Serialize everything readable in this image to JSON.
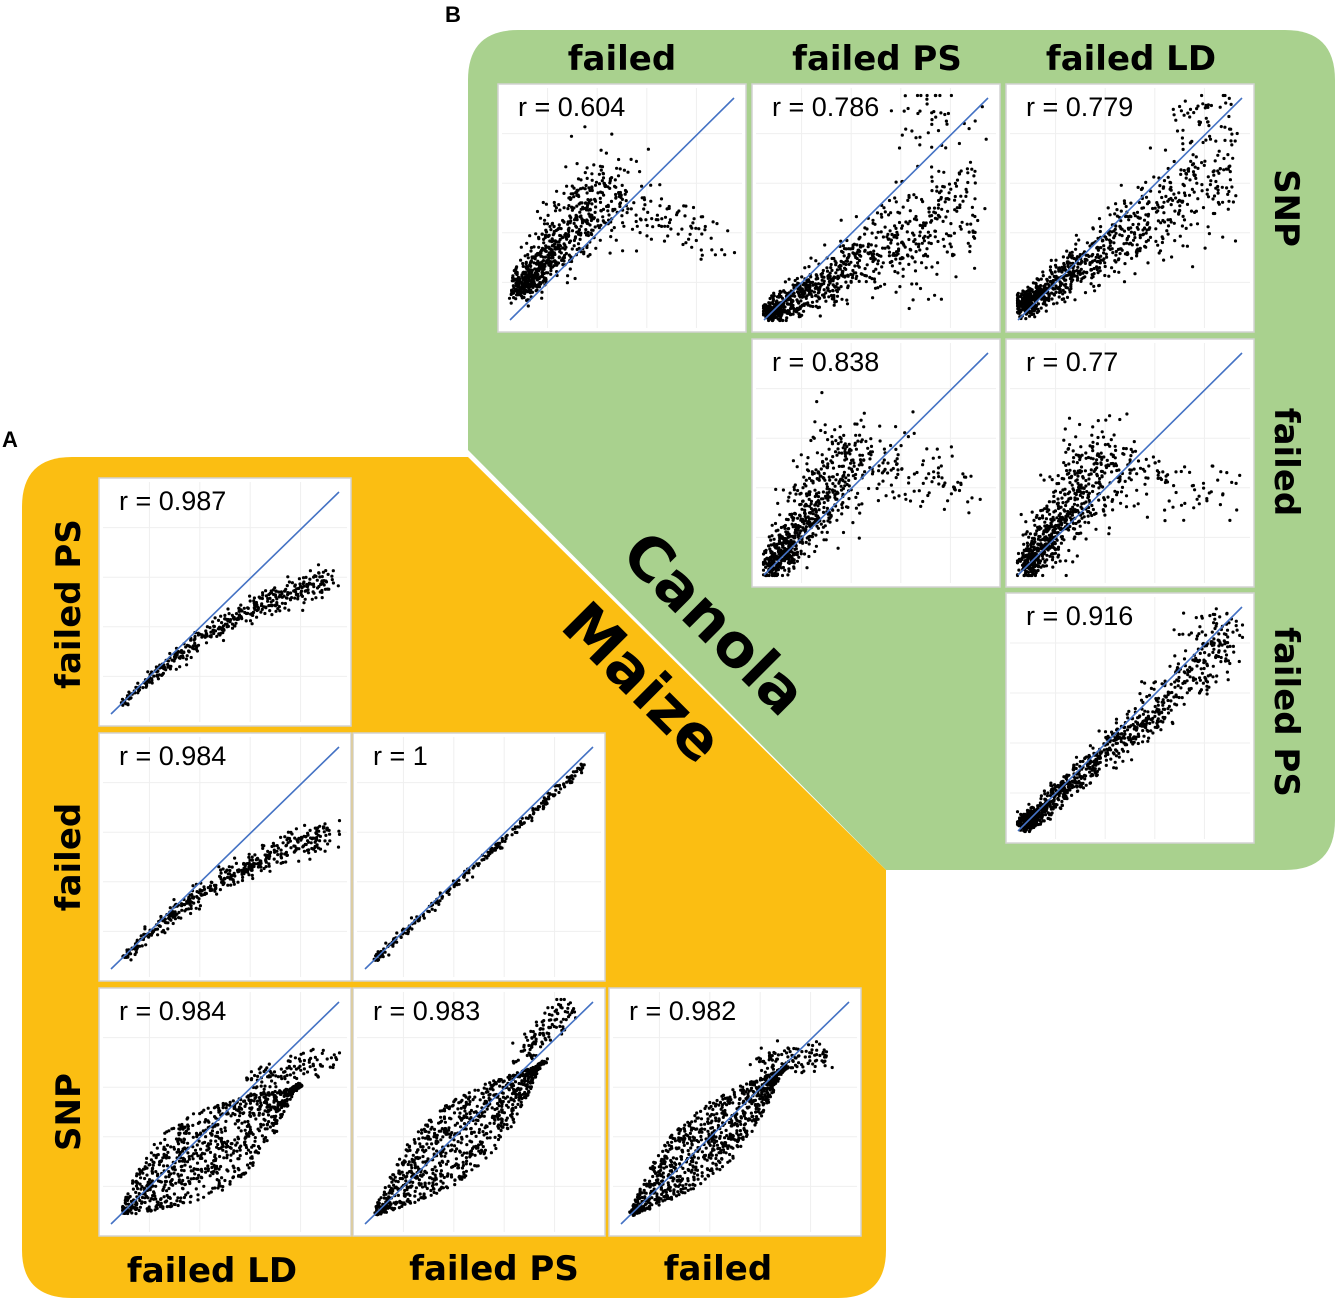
{
  "colors": {
    "maize_bg": "#fbbe12",
    "canola_bg": "#a9d18e",
    "points": "#000000",
    "fit_line": "#4472c4"
  },
  "canola": {
    "panel_letter": "B",
    "species_label": "Canola",
    "column_headers": [
      "failed",
      "failed PS",
      "failed LD"
    ],
    "row_headers": [
      "SNP",
      "failed",
      "failed PS"
    ]
  },
  "maize": {
    "panel_letter": "A",
    "species_label": "Maize",
    "row_headers": [
      "failed PS",
      "failed",
      "SNP"
    ],
    "column_headers": [
      "failed LD",
      "failed PS",
      "failed"
    ]
  },
  "chart_data": [
    {
      "type": "scatter",
      "panel": "B",
      "row_headers": [
        "SNP",
        "failed",
        "failed PS"
      ],
      "column_headers": [
        "failed",
        "failed PS",
        "failed LD"
      ],
      "cells": [
        {
          "row": "SNP",
          "col": "failed",
          "r_label": "r = 0.604",
          "r": 0.604
        },
        {
          "row": "SNP",
          "col": "failed PS",
          "r_label": "r = 0.786",
          "r": 0.786
        },
        {
          "row": "SNP",
          "col": "failed LD",
          "r_label": "r = 0.779",
          "r": 0.779
        },
        {
          "row": "failed",
          "col": "failed PS",
          "r_label": "r = 0.838",
          "r": 0.838
        },
        {
          "row": "failed",
          "col": "failed LD",
          "r_label": "r = 0.77",
          "r": 0.77
        },
        {
          "row": "failed PS",
          "col": "failed LD",
          "r_label": "r = 0.916",
          "r": 0.916
        }
      ]
    },
    {
      "type": "scatter",
      "panel": "A",
      "row_headers": [
        "failed PS",
        "failed",
        "SNP"
      ],
      "column_headers": [
        "failed LD",
        "failed PS",
        "failed"
      ],
      "cells": [
        {
          "row": "failed PS",
          "col": "failed LD",
          "r_label": "r = 0.987",
          "r": 0.987
        },
        {
          "row": "failed",
          "col": "failed LD",
          "r_label": "r = 0.984",
          "r": 0.984
        },
        {
          "row": "failed",
          "col": "failed PS",
          "r_label": "r = 1",
          "r": 1
        },
        {
          "row": "SNP",
          "col": "failed LD",
          "r_label": "r = 0.984",
          "r": 0.984
        },
        {
          "row": "SNP",
          "col": "failed PS",
          "r_label": "r = 0.983",
          "r": 0.983
        },
        {
          "row": "SNP",
          "col": "failed",
          "r_label": "r = 0.982",
          "r": 0.982
        }
      ]
    }
  ]
}
